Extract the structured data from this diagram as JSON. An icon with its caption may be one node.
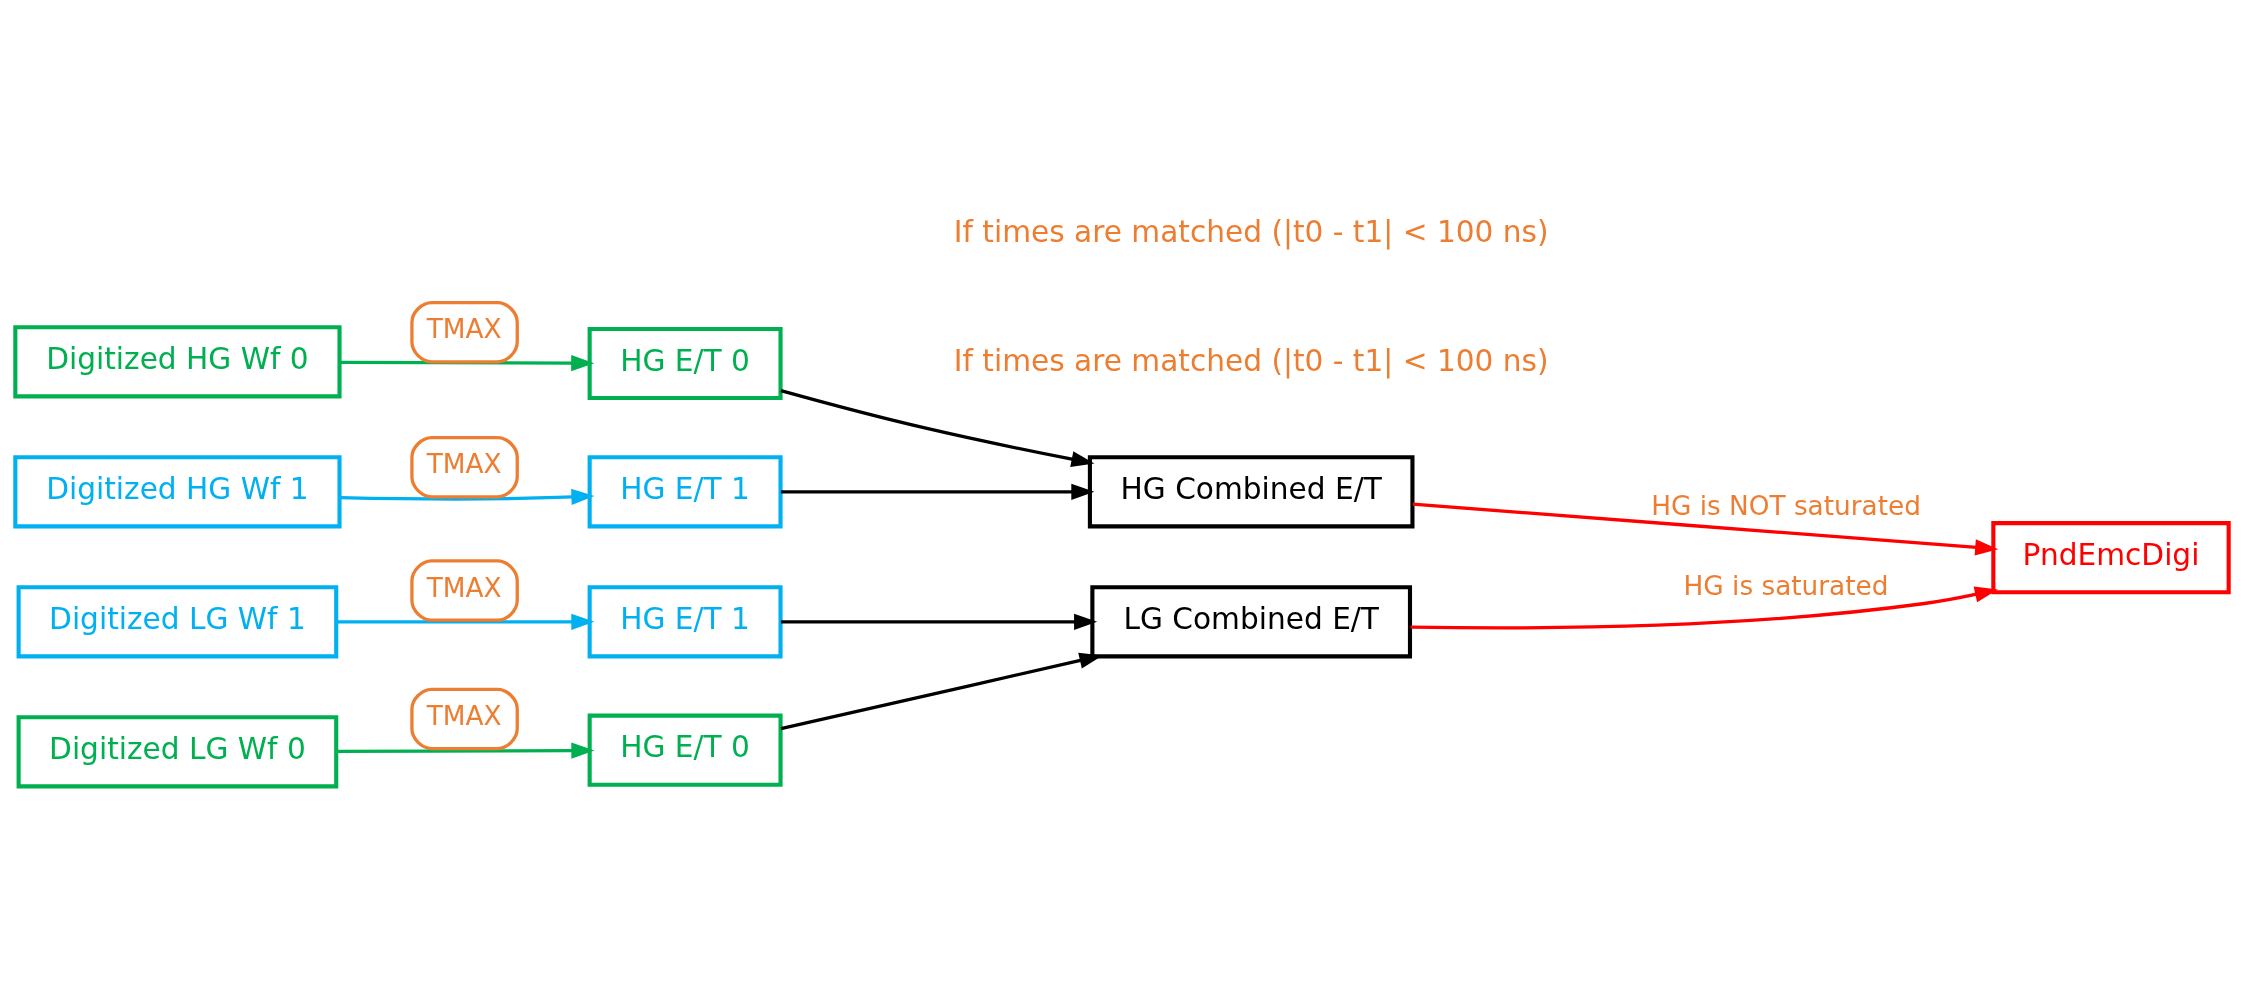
{
  "diagram": {
    "nodes": [
      {
        "text": [
          "Digitized HG Wf 0"
        ]
      },
      {
        "text": [
          "HG E/T 0"
        ]
      },
      {
        "text": [
          "Digitized HG Wf 1"
        ]
      },
      {
        "text": [
          "HG E/T 1"
        ]
      },
      {
        "text": [
          "HG Combined E/T"
        ]
      },
      {
        "text": [
          "PndEmcDigi"
        ]
      },
      {
        "text": [
          "Digitized LG Wf 0"
        ]
      },
      {
        "text": [
          "HG E/T 0"
        ]
      },
      {
        "text": [
          "Digitized LG Wf 1"
        ]
      },
      {
        "text": [
          "HG E/T 1"
        ]
      },
      {
        "text": [
          "LG Combined E/T"
        ]
      }
    ],
    "edges": [
      {
        "from": 0,
        "to": 1,
        "arrow": "to",
        "label": "TMAX",
        "color": "#00b050"
      },
      {
        "from": 2,
        "to": 3,
        "arrow": "to",
        "label": "TMAX",
        "color": "#00b0f0"
      },
      {
        "from": 1,
        "to": 4,
        "arrow": "to"
      },
      {
        "from": 3,
        "to": 4,
        "arrow": "to"
      },
      {
        "from": 6,
        "to": 7,
        "arrow": "to",
        "label": "TMAX",
        "color": "#00b050"
      },
      {
        "from": 8,
        "to": 9,
        "arrow": "to",
        "label": "TMAX",
        "color": "#00b0f0"
      },
      {
        "from": 7,
        "to": 10,
        "arrow": "to"
      },
      {
        "from": 9,
        "to": 10,
        "arrow": "to"
      },
      {
        "from": 4,
        "to": 5,
        "arrow": "to",
        "label": "HG is NOT saturated",
        "color": "#ff0000"
      },
      {
        "from": 10,
        "to": 5,
        "arrow": "to",
        "label": "HG is saturated",
        "color": "#ff0000"
      }
    ],
    "labels": [
      "If times are matched (|t0 - t1| < 100 ns)",
      "If times are matched (|t0 - t1| < 100 ns)"
    ]
  }
}
